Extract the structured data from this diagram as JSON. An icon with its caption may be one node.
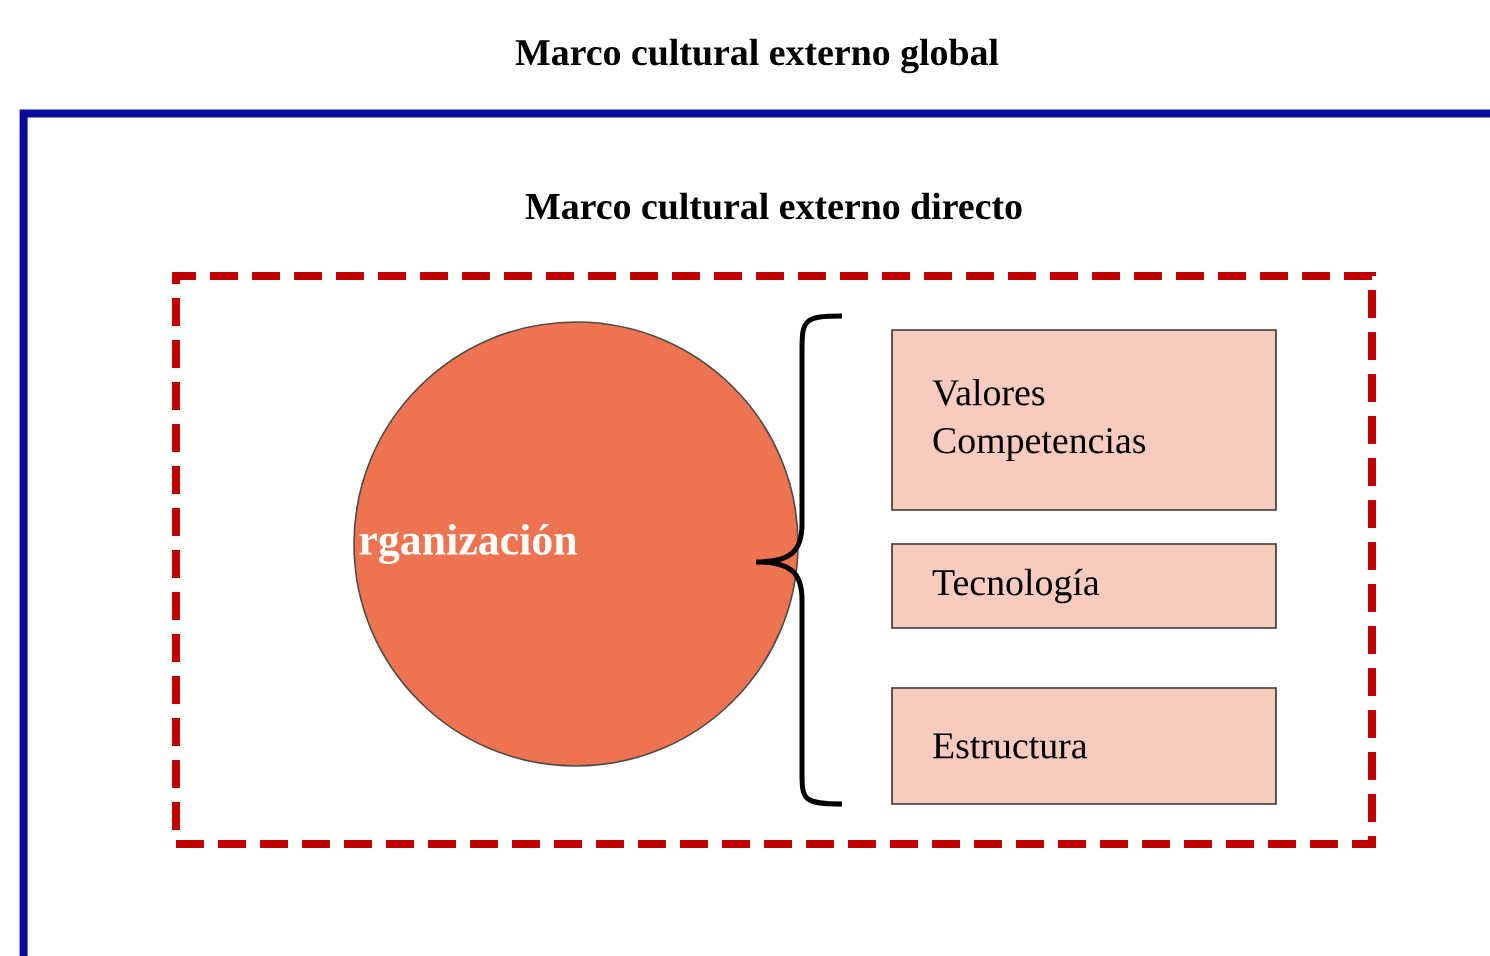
{
  "diagram": {
    "nodes": [
      {
        "text": [
          "Marco cultural externo global"
        ]
      },
      {
        "text": [
          "Marco cultural externo directo"
        ],
        "in": 0
      },
      {
        "text": [
          "rganización"
        ],
        "in": 1
      },
      {
        "text": [
          "Valores Competencias"
        ],
        "in": 1
      },
      {
        "text": [
          "Tecnología"
        ],
        "in": 1
      },
      {
        "text": [
          "Estructura"
        ],
        "in": 1
      }
    ]
  }
}
